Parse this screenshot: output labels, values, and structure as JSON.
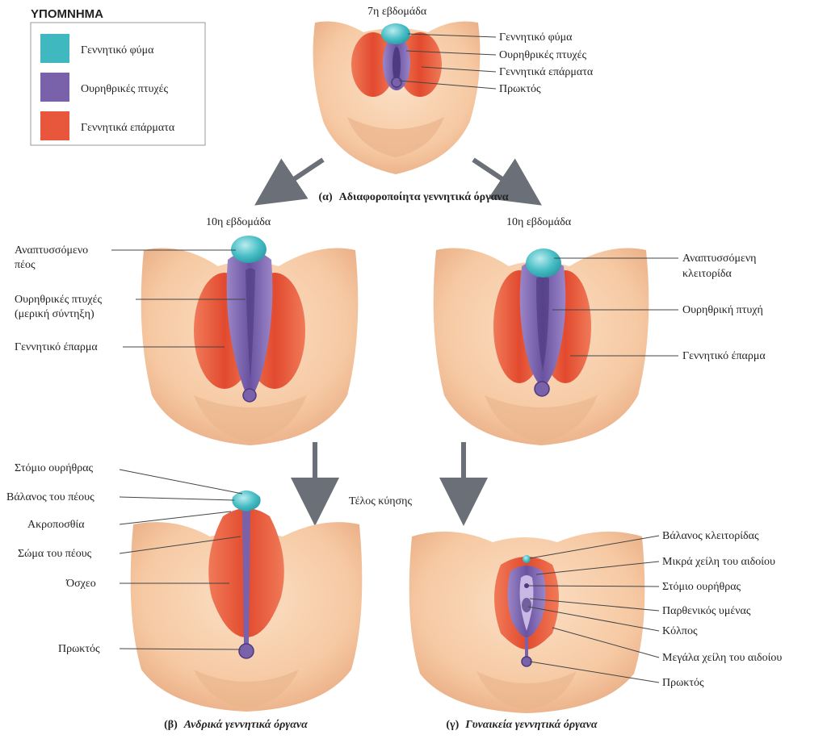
{
  "legend": {
    "title": "ΥΠΟΜΝΗΜΑ",
    "items": [
      {
        "label": "Γεννητικό φύμα",
        "color": "#3fb8c0"
      },
      {
        "label": "Ουρηθρικές πτυχές",
        "color": "#7a62aa"
      },
      {
        "label": "Γεννητικά επάρματα",
        "color": "#e8563b"
      }
    ]
  },
  "stage_a": {
    "week": "7η εβδομάδα",
    "labels": [
      "Γεννητικό φύμα",
      "Ουρηθρικές πτυχές",
      "Γεννητικά επάρματα",
      "Πρωκτός"
    ],
    "caption_prefix": "(α)",
    "caption": "Αδιαφοροποίητα γεννητικά όργανα"
  },
  "stage_male10": {
    "week": "10η εβδομάδα",
    "label_penis": [
      "Αναπτυσσόμενο",
      "πέος"
    ],
    "label_folds": [
      "Ουρηθρικές πτυχές",
      "(μερική σύντηξη)"
    ],
    "label_swelling": "Γεννητικό έπαρμα"
  },
  "stage_female10": {
    "week": "10η εβδομάδα",
    "label_clitoris": [
      "Αναπτυσσόμενη",
      "κλειτορίδα"
    ],
    "label_fold": "Ουρηθρική πτυχή",
    "label_swelling": "Γεννητικό έπαρμα"
  },
  "term_label": "Τέλος κύησης",
  "male_final": {
    "labels": [
      "Στόμιο ουρήθρας",
      "Βάλανος του πέους",
      "Ακροποσθία",
      "Σώμα του πέους",
      "Όσχεο",
      "Πρωκτός"
    ],
    "caption_prefix": "(β)",
    "caption": "Ανδρικά γεννητικά όργανα"
  },
  "female_final": {
    "labels": [
      "Βάλανος κλειτορίδας",
      "Μικρά χείλη του αιδοίου",
      "Στόμιο ουρήθρας",
      "Παρθενικός υμένας",
      "Κόλπος",
      "Μεγάλα χείλη του αιδοίου",
      "Πρωκτός"
    ],
    "caption_prefix": "(γ)",
    "caption": "Γυναικεία γεννητικά όργανα"
  },
  "colors": {
    "skin": "#f6c9a3",
    "skin_shadow": "#e9a97e",
    "tubercle": "#3fb8c0",
    "folds": "#7a62aa",
    "swelling": "#e8563b",
    "arrow": "#6b6f78"
  }
}
